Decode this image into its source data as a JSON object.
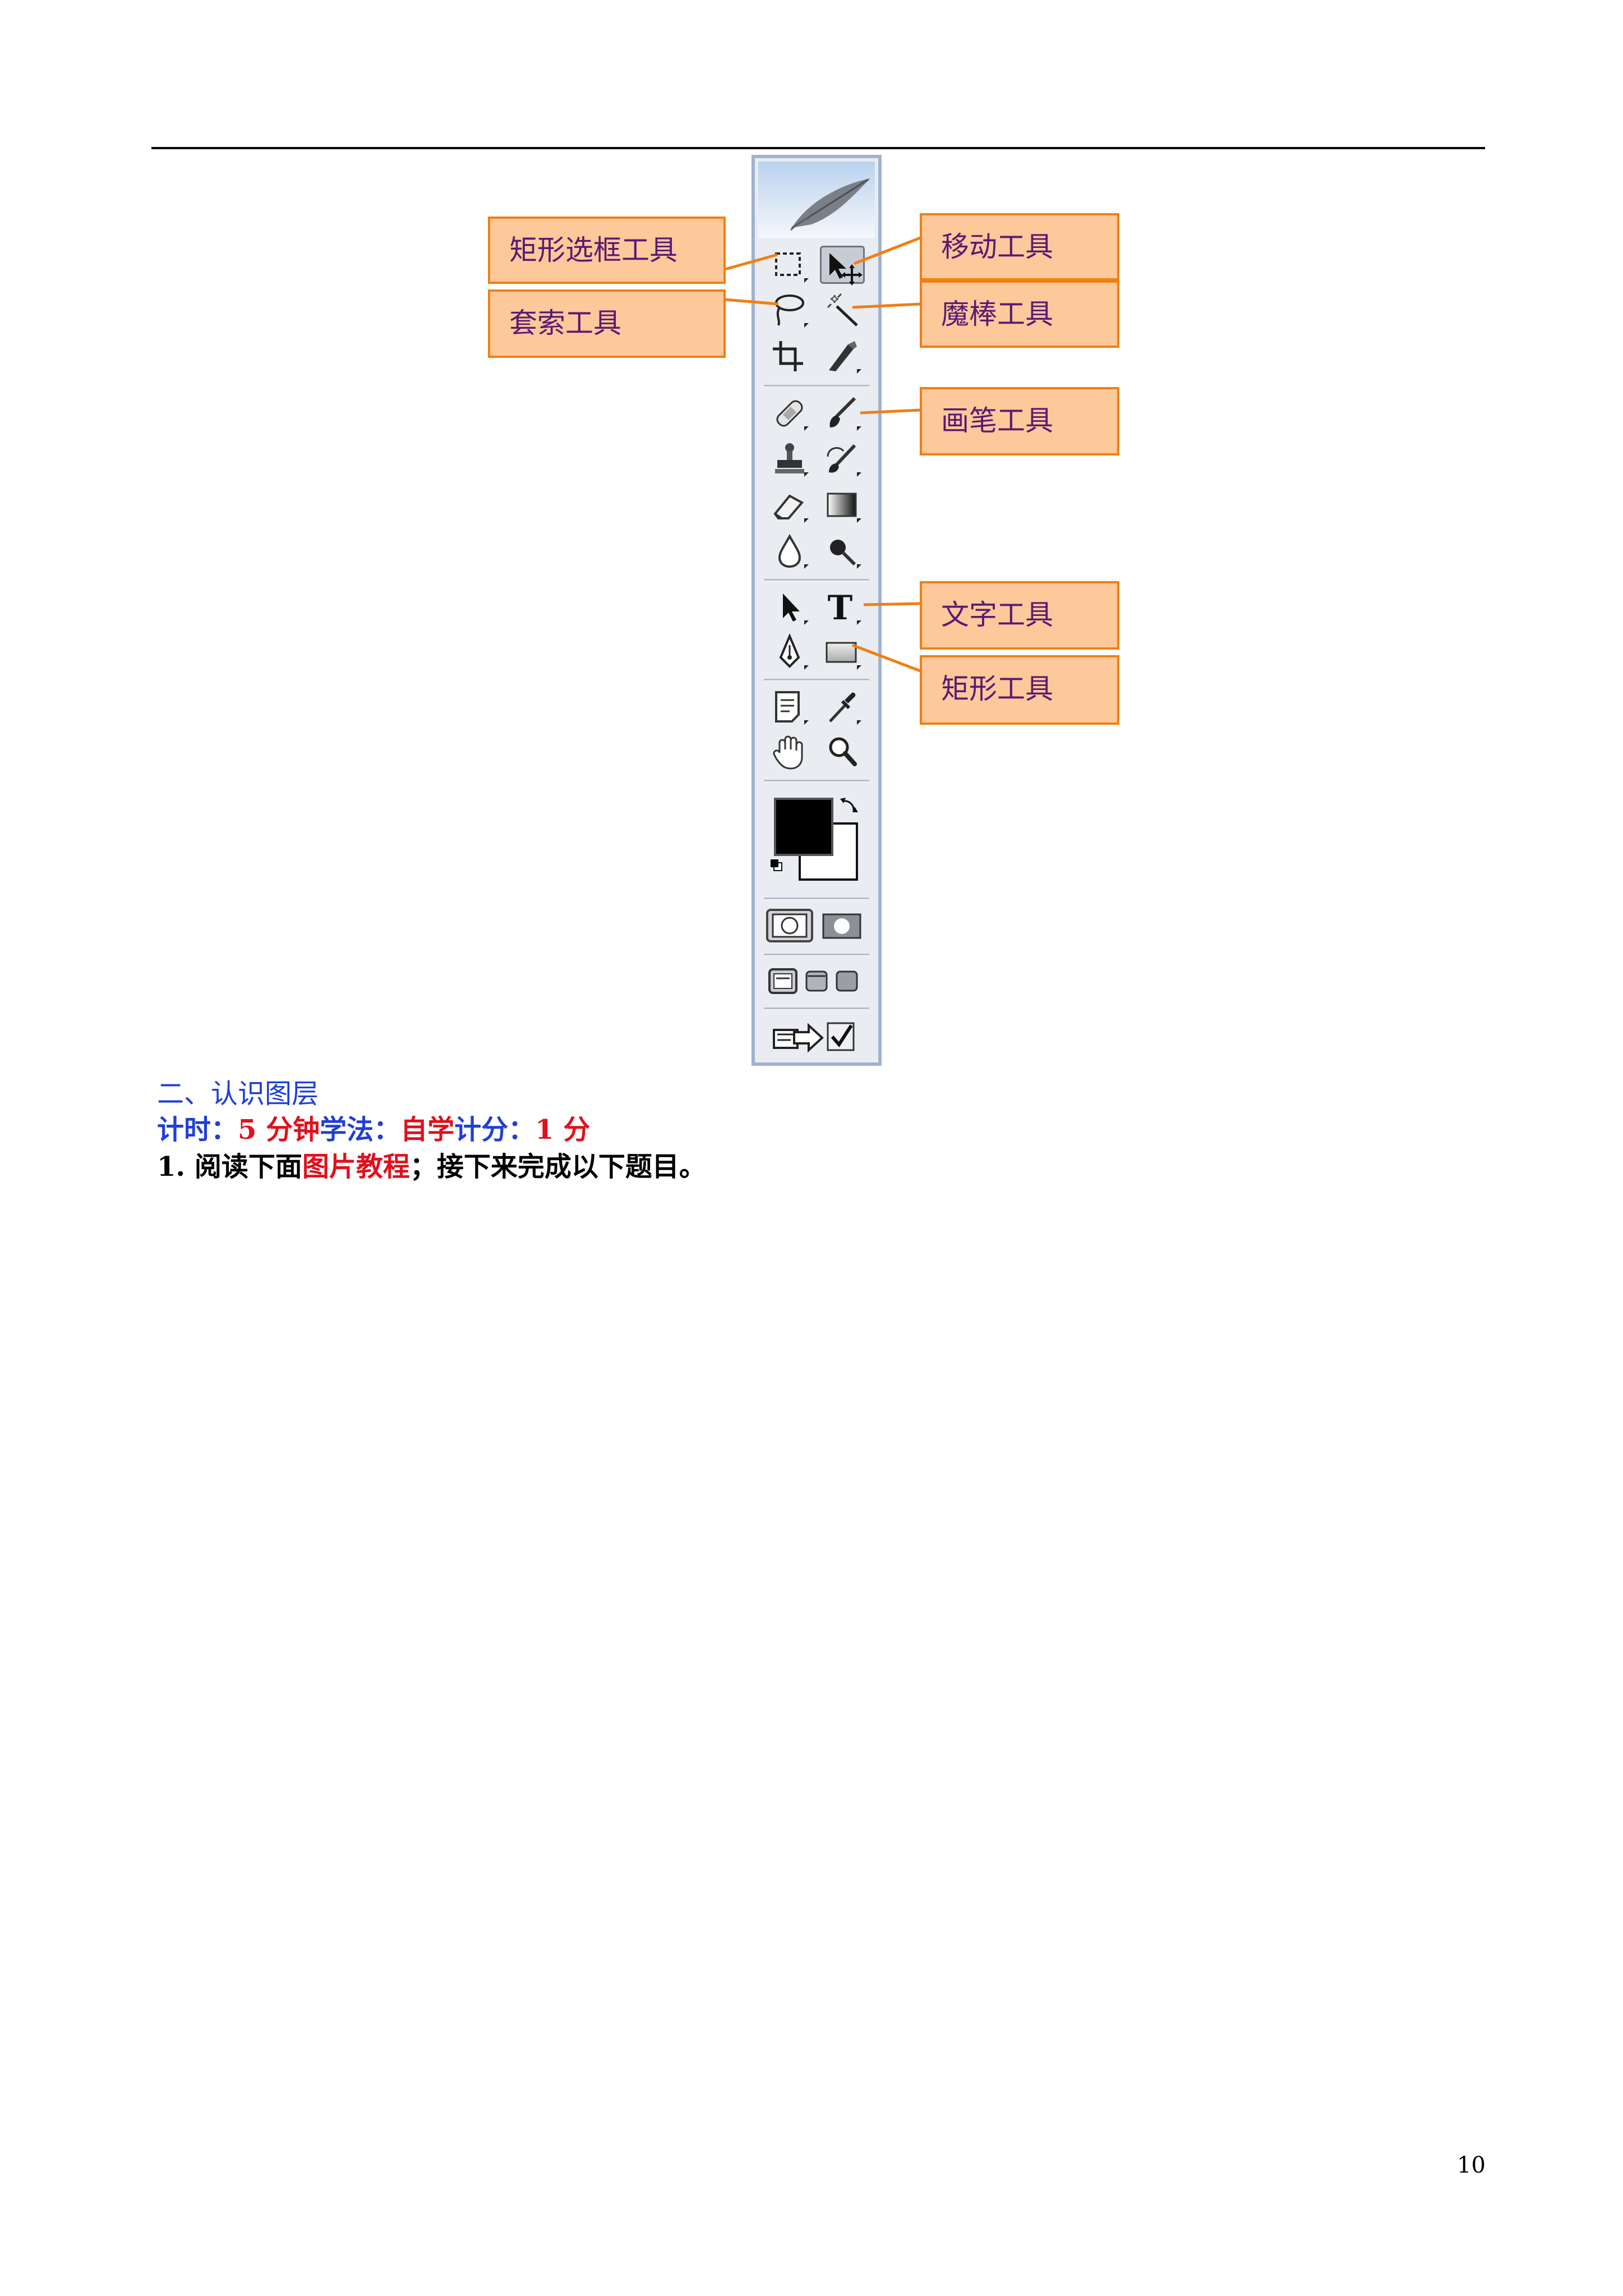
{
  "callouts": {
    "rect_marquee": "矩形选框工具",
    "move": "移动工具",
    "lasso": "套索工具",
    "magic_wand": "魔棒工具",
    "brush": "画笔工具",
    "type": "文字工具",
    "rectangle": "矩形工具"
  },
  "toolbox": {
    "type_glyph": "T"
  },
  "section": {
    "heading": "二、认识图层"
  },
  "timing": {
    "label_time": "计时：",
    "time_value": "5 分钟",
    "label_method": "学法：",
    "method_value": "自学",
    "label_score": "计分：",
    "score_value": "1 分"
  },
  "instruction": {
    "number": "1",
    "dot": ".",
    "before": " 阅读下面",
    "link": "图片教程",
    "after": "；接下来完成以下题目。"
  },
  "page_number": "10",
  "colors": {
    "callout_fill": "#fdc99a",
    "callout_border": "#f07f14",
    "callout_text": "#5a1a73",
    "heading_blue": "#1f3fd6",
    "highlight_red": "#e0101c"
  }
}
